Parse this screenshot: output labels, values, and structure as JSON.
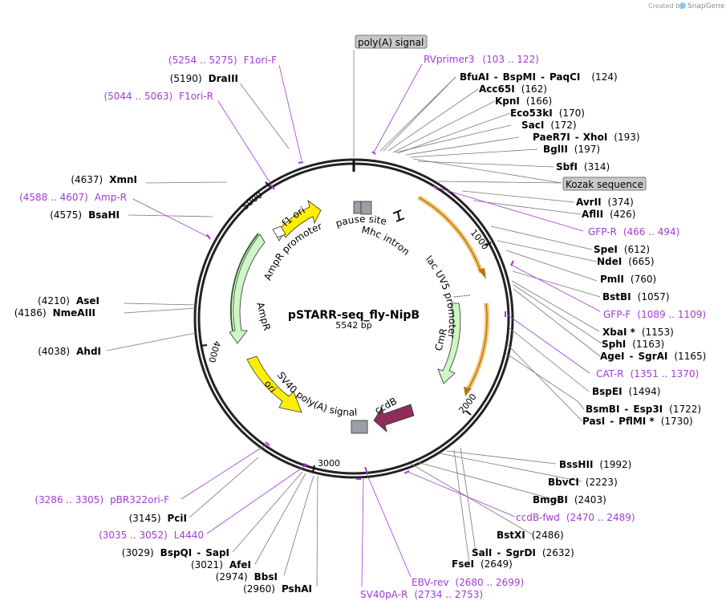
{
  "credit": {
    "prefix": "Created by",
    "brand": "SnapGene"
  },
  "plasmid": {
    "name": "pSTARR-seq_fly-NipB",
    "length": "5542 bp"
  },
  "ticks": [
    "1000",
    "2000",
    "3000",
    "4000",
    "5000"
  ],
  "features": {
    "f1_ori": "f1 ori",
    "ampr_promoter": "AmpR promoter",
    "ampr": "AmpR",
    "ori": "ori",
    "sv40": "SV40 poly(A) signal",
    "ccdb": "ccdB",
    "cmr": "CmR",
    "lacuv5": "lac UV5 promoter",
    "mhc": "Mhc intron",
    "pause": "pause site"
  },
  "boxed": {
    "polya": "poly(A) signal",
    "kozak": "Kozak sequence"
  },
  "labels": {
    "f1ori_f": {
      "pos": "(5254 .. 5275)",
      "name": "F1ori-F"
    },
    "draiii": {
      "pos": "(5190)",
      "name": "DraIII"
    },
    "f1ori_r": {
      "pos": "(5044 .. 5063)",
      "name": "F1ori-R"
    },
    "xmni": {
      "pos": "(4637)",
      "name": "XmnI"
    },
    "ampr_p": {
      "pos": "(4588 .. 4607)",
      "name": "Amp-R"
    },
    "bsahi": {
      "pos": "(4575)",
      "name": "BsaHI"
    },
    "asei": {
      "pos": "(4210)",
      "name": "AseI"
    },
    "nmeaiii": {
      "pos": "(4186)",
      "name": "NmeAIII"
    },
    "ahdi": {
      "pos": "(4038)",
      "name": "AhdI"
    },
    "pbr322": {
      "pos": "(3286 .. 3305)",
      "name": "pBR322ori-F"
    },
    "pcii": {
      "pos": "(3145)",
      "name": "PciI"
    },
    "l4440": {
      "pos": "(3035 .. 3052)",
      "name": "L4440"
    },
    "bspqi": {
      "pos": "(3029)",
      "name": "BspQI",
      "name2": "SapI"
    },
    "afei": {
      "pos": "(3021)",
      "name": "AfeI"
    },
    "bbsi": {
      "pos": "(2974)",
      "name": "BbsI"
    },
    "pshai": {
      "pos": "(2960)",
      "name": "PshAI"
    },
    "sv40pa": {
      "pos": "(2734 .. 2753)",
      "name": "SV40pA-R"
    },
    "ebv": {
      "pos": "(2680 .. 2699)",
      "name": "EBV-rev"
    },
    "fsei": {
      "pos": "(2649)",
      "name": "FseI"
    },
    "sali": {
      "pos": "(2632)",
      "name": "SalI",
      "name2": "SgrDI"
    },
    "bstxi": {
      "pos": "(2486)",
      "name": "BstXI"
    },
    "ccdbfwd": {
      "pos": "(2470 .. 2489)",
      "name": "ccdB-fwd"
    },
    "bmgbi": {
      "pos": "(2403)",
      "name": "BmgBI"
    },
    "bbvci": {
      "pos": "(2223)",
      "name": "BbvCI"
    },
    "bsshii": {
      "pos": "(1992)",
      "name": "BssHII"
    },
    "pasi": {
      "pos": "(1730)",
      "name": "PasI",
      "name2": "PflMI *"
    },
    "bsmbi": {
      "pos": "(1722)",
      "name": "BsmBI",
      "name2": "Esp3I"
    },
    "bspei": {
      "pos": "(1494)",
      "name": "BspEI"
    },
    "catr": {
      "pos": "(1351 .. 1370)",
      "name": "CAT-R"
    },
    "agei": {
      "pos": "(1165)",
      "name": "AgeI",
      "name2": "SgrAI"
    },
    "sphi": {
      "pos": "(1163)",
      "name": "SphI"
    },
    "xbai": {
      "pos": "(1153)",
      "name": "XbaI *"
    },
    "gfpf": {
      "pos": "(1089 .. 1109)",
      "name": "GFP-F"
    },
    "bstbi": {
      "pos": "(1057)",
      "name": "BstBI"
    },
    "pmli": {
      "pos": "(760)",
      "name": "PmlI"
    },
    "ndei": {
      "pos": "(665)",
      "name": "NdeI"
    },
    "spei": {
      "pos": "(612)",
      "name": "SpeI"
    },
    "gfpr": {
      "pos": "(466 .. 494)",
      "name": "GFP-R"
    },
    "aflii": {
      "pos": "(426)",
      "name": "AflII"
    },
    "avrii": {
      "pos": "(374)",
      "name": "AvrII"
    },
    "sbfi": {
      "pos": "(314)",
      "name": "SbfI"
    },
    "bglii": {
      "pos": "(197)",
      "name": "BglII"
    },
    "paer7i": {
      "pos": "(193)",
      "name": "PaeR7I",
      "name2": "XhoI"
    },
    "saci": {
      "pos": "(172)",
      "name": "SacI"
    },
    "eco53ki": {
      "pos": "(170)",
      "name": "Eco53kI"
    },
    "kpni": {
      "pos": "(166)",
      "name": "KpnI"
    },
    "acc65i": {
      "pos": "(162)",
      "name": "Acc65I"
    },
    "bfuai": {
      "pos": "(124)",
      "name": "BfuAI",
      "name2": "BspMI",
      "name3": "PaqCI"
    },
    "rvprimer3": {
      "pos": "(103 .. 122)",
      "name": "RVprimer3"
    }
  },
  "colors": {
    "primer": "#a33bd3",
    "yellow": "#ffee00",
    "lightgreen": "#cdf7c5",
    "orange": "#d08a1a",
    "maroon": "#8e2d5a",
    "gray": "#9aa0a6"
  }
}
